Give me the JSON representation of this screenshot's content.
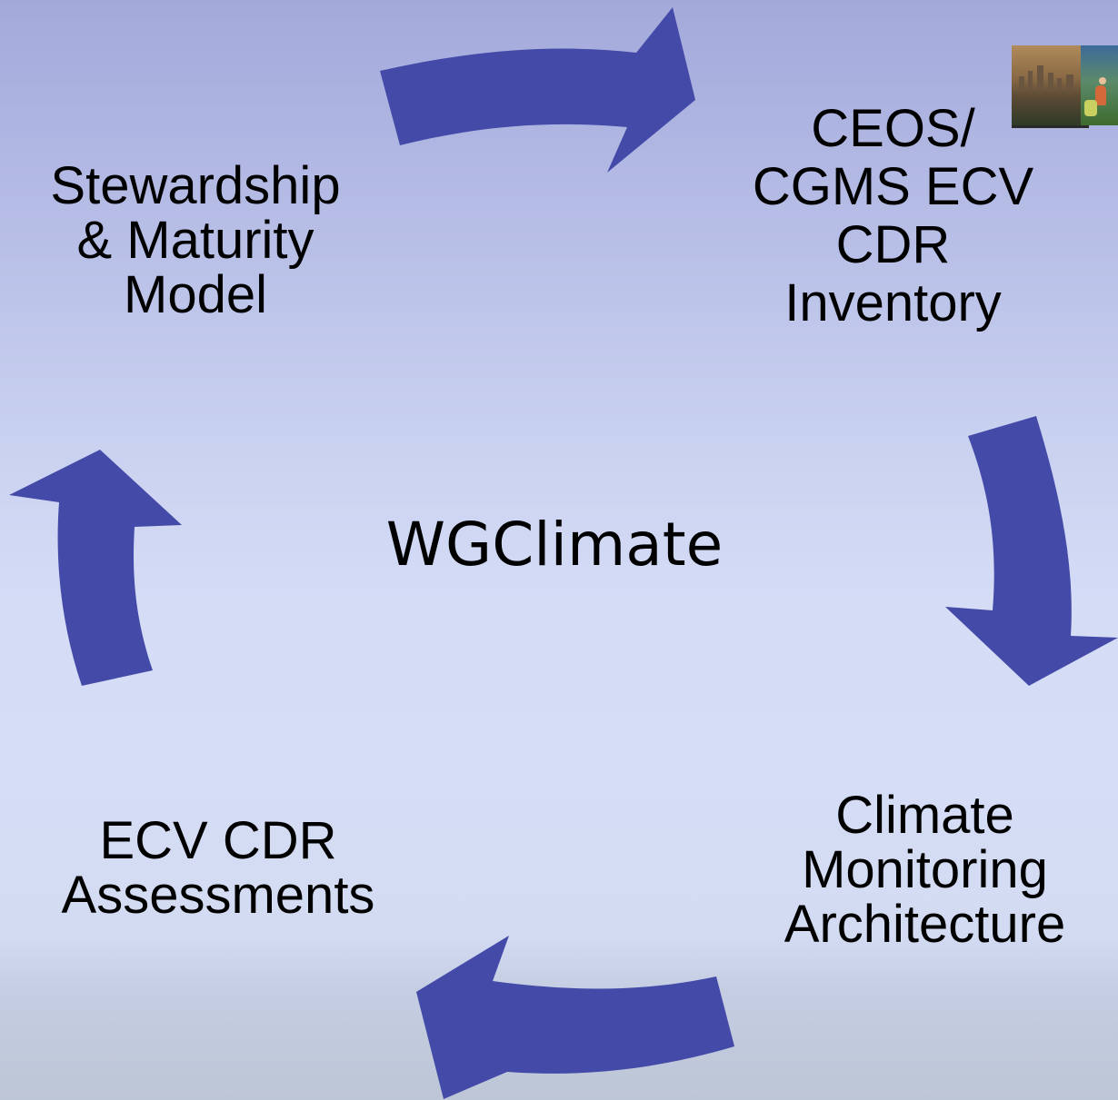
{
  "center": {
    "title": "WGClimate"
  },
  "nodes": {
    "stewardship": [
      "Stewardship",
      "& Maturity",
      "Model"
    ],
    "ceos": [
      "CEOS/",
      "CGMS ECV",
      "CDR",
      "Inventory"
    ],
    "climate": [
      "Climate",
      "Monitoring",
      "Architecture"
    ],
    "ecv": [
      "ECV CDR",
      "Assessments"
    ]
  },
  "colors": {
    "arrow": "#434aa8",
    "text": "#000000"
  },
  "images": {
    "top_right": [
      "city-skyline-photo",
      "people-landscape-photo"
    ]
  }
}
